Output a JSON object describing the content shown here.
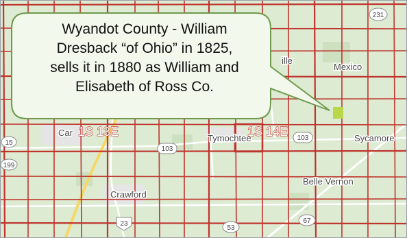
{
  "colors": {
    "land": "#dcebd2",
    "road_grid": "#c0342e",
    "callout_fill": "#f2f8ec",
    "callout_stroke": "#6f9a4c",
    "highlight_parcel": "#b8d84a",
    "township_label": "#ffffff"
  },
  "callout": {
    "lines": [
      "Wyandot County - William",
      "Dresback “of Ohio” in 1825,",
      "sells it in 1880 as William and",
      "Elisabeth of Ross Co."
    ]
  },
  "townships": [
    {
      "label": "1S 13E"
    },
    {
      "label": "1S 14E"
    }
  ],
  "places": {
    "carey": "Car",
    "tymochtee": "Tymochtee",
    "mexico": "Mexico",
    "sycamore": "Sycamore",
    "belle_vernon": "Belle Vernon",
    "crawford": "Crawford",
    "partial_ille": "ille"
  },
  "route_shields": {
    "r231": "231",
    "r15": "15",
    "r103_left": "103",
    "r103_right": "103",
    "r199": "199",
    "r23": "23",
    "r53": "53",
    "r67": "67"
  }
}
